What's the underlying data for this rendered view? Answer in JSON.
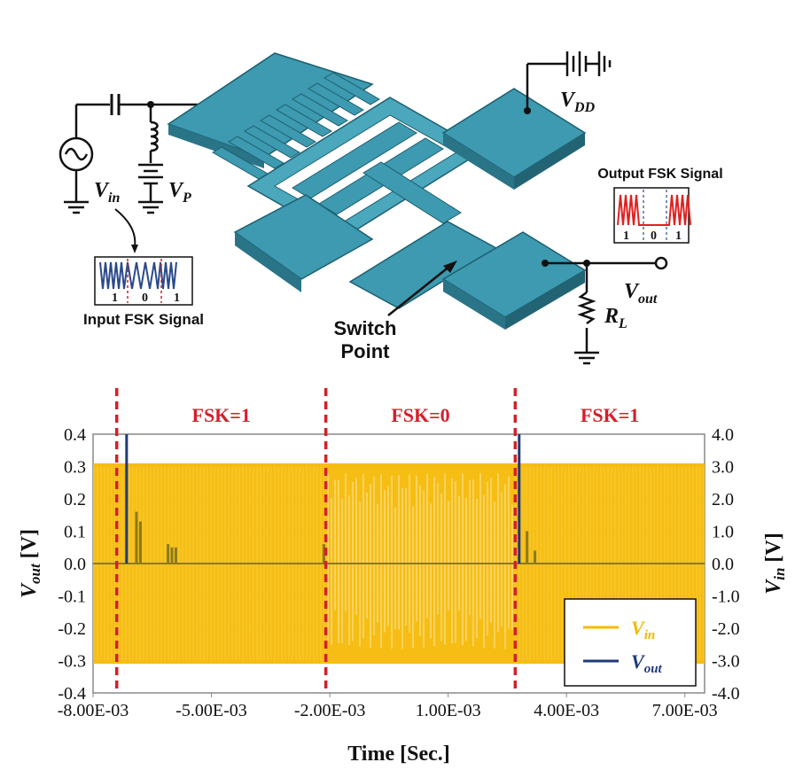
{
  "diagram": {
    "labels": {
      "vin": "V",
      "vin_sub": "in",
      "vp": "V",
      "vp_sub": "P",
      "vdd": "V",
      "vdd_sub": "DD",
      "vout": "V",
      "vout_sub": "out",
      "rl": "R",
      "rl_sub": "L",
      "input_fsk": "Input FSK Signal",
      "output_fsk": "Output FSK Signal",
      "switch_point_line1": "Switch",
      "switch_point_line2": "Point"
    },
    "input_bits": [
      "1",
      "0",
      "1"
    ],
    "output_bits": [
      "1",
      "0",
      "1"
    ]
  },
  "chart_data": {
    "type": "line",
    "x_ticks": [
      "-8.00E-03",
      "-5.00E-03",
      "-2.00E-03",
      "1.00E-03",
      "4.00E-03",
      "7.00E-03"
    ],
    "xlim": [
      -0.008,
      0.0075
    ],
    "ylim": [
      -0.4,
      0.4
    ],
    "y2lim": [
      -4.0,
      4.0
    ],
    "y_ticks": [
      "0.4",
      "0.3",
      "0.2",
      "0.1",
      "0.0",
      "-0.1",
      "-0.2",
      "-0.3",
      "-0.4"
    ],
    "y2_ticks": [
      "4.0",
      "3.0",
      "2.0",
      "1.0",
      "0.0",
      "-1.0",
      "-2.0",
      "-3.0",
      "-4.0"
    ],
    "xlabel": "Time [Sec.]",
    "ylabel_main": "V",
    "ylabel_sub": "out",
    "ylabel_unit": " [V]",
    "y2label_main": "V",
    "y2label_sub": "in",
    "y2label_unit": " [V]",
    "grid": true,
    "legend_position": "bottom-right",
    "series": [
      {
        "name": "V_in",
        "legend_main": "V",
        "legend_sub": "in",
        "axis": "right",
        "amplitude": 3.1,
        "color": "#f5b800"
      },
      {
        "name": "V_out",
        "legend_main": "V",
        "legend_sub": "out",
        "axis": "left",
        "color": "#1f3a7a"
      }
    ],
    "boundaries": [
      -0.0074,
      -0.0021,
      0.0027
    ],
    "segments": [
      {
        "label": "FSK=1",
        "x_from": -0.0074,
        "x_to": -0.0021
      },
      {
        "label": "FSK=0",
        "x_from": -0.0021,
        "x_to": 0.0027
      },
      {
        "label": "FSK=1",
        "x_from": 0.0027,
        "x_to": 0.0075
      }
    ],
    "vout_spikes": [
      {
        "x": -0.00715,
        "y": 0.4
      },
      {
        "x": -0.0069,
        "y": 0.16
      },
      {
        "x": -0.0068,
        "y": 0.13
      },
      {
        "x": -0.0061,
        "y": 0.06
      },
      {
        "x": -0.006,
        "y": 0.05
      },
      {
        "x": -0.0059,
        "y": 0.05
      },
      {
        "x": -0.00215,
        "y": 0.06
      },
      {
        "x": 0.0028,
        "y": 0.4
      },
      {
        "x": 0.003,
        "y": 0.1
      },
      {
        "x": 0.0032,
        "y": 0.04
      }
    ],
    "vout_baseline": 0.0,
    "colors": {
      "vin": "#f5b800",
      "vout": "#1f3a7a",
      "boundary": "#d32029",
      "device": "#3d9ab0"
    }
  }
}
